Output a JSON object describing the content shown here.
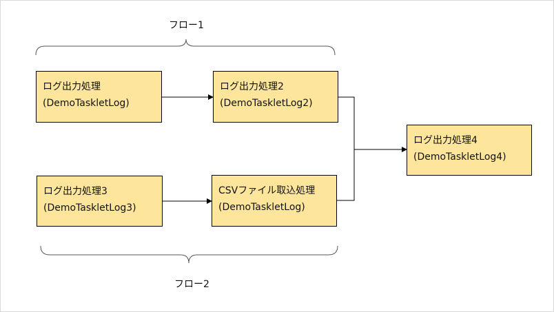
{
  "groups": {
    "flow1_label": "フロー1",
    "flow2_label": "フロー2"
  },
  "nodes": {
    "log1": {
      "title": "ログ出力処理",
      "sub": "(DemoTaskletLog)"
    },
    "log2": {
      "title": "ログ出力処理2",
      "sub": "(DemoTaskletLog2)"
    },
    "log3": {
      "title": "ログ出力処理3",
      "sub": "(DemoTaskletLog3)"
    },
    "csv": {
      "title": "CSVファイル取込処理",
      "sub": "(DemoTaskletLog)"
    },
    "log4": {
      "title": "ログ出力処理4",
      "sub": "(DemoTaskletLog4)"
    }
  },
  "colors": {
    "node_fill": "#fde59b",
    "line": "#000000"
  }
}
